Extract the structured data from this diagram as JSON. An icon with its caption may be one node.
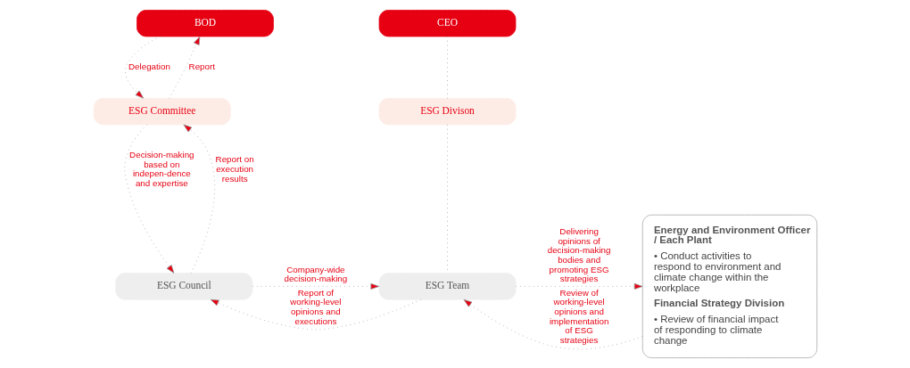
{
  "diagram": {
    "nodes": [
      {
        "text": [
          "BOD"
        ]
      },
      {
        "text": [
          "CEO"
        ]
      },
      {
        "text": [
          "ESG Committee"
        ]
      },
      {
        "text": [
          "ESG Divison"
        ]
      },
      {
        "text": [
          "ESG Council"
        ]
      },
      {
        "text": [
          "ESG Team"
        ]
      },
      {
        "text": [
          "Energy and Environment Officer / Each Plant",
          "• Conduct activities to respond to environment and climate change within the workplace",
          "Financial Strategy Division",
          "• Review of financial impact of responding to climate change"
        ]
      }
    ],
    "edges": [
      {
        "from": 0,
        "to": 2,
        "arrow": "to",
        "label": "Delegation"
      },
      {
        "from": 2,
        "to": 0,
        "arrow": "to",
        "label": "Report"
      },
      {
        "from": 1,
        "to": 3,
        "arrow": "none"
      },
      {
        "from": 2,
        "to": 4,
        "arrow": "to",
        "label": "Decision-making based on indepen-dence and expertise"
      },
      {
        "from": 4,
        "to": 2,
        "arrow": "to",
        "label": "Report on execution results"
      },
      {
        "from": 3,
        "to": 5,
        "arrow": "none"
      },
      {
        "from": 4,
        "to": 5,
        "arrow": "to",
        "label": "Company-wide decision-making"
      },
      {
        "from": 5,
        "to": 4,
        "arrow": "to",
        "label": "Report of working-level opinions and executions"
      },
      {
        "from": 5,
        "to": 6,
        "arrow": "to",
        "label": "Delivering opinions of decision-making bodies and promoting ESG strategies"
      },
      {
        "from": 6,
        "to": 5,
        "arrow": "to",
        "label": "Review of working-level opinions and implementation of ESG strategies"
      }
    ]
  }
}
